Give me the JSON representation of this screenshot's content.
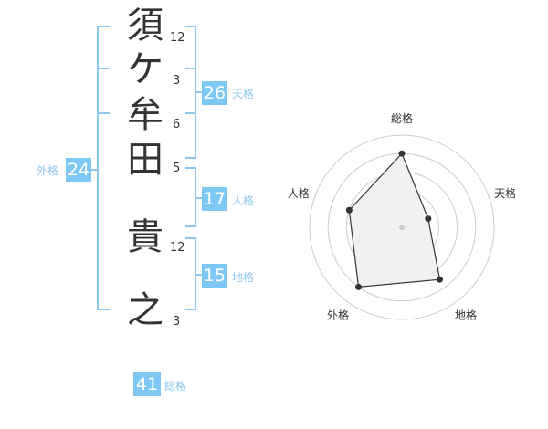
{
  "name": {
    "characters": [
      {
        "char": "須",
        "strokes": "12"
      },
      {
        "char": "ケ",
        "strokes": "3"
      },
      {
        "char": "牟",
        "strokes": "6"
      },
      {
        "char": "田",
        "strokes": "5"
      },
      {
        "char": "貴",
        "strokes": "12"
      },
      {
        "char": "之",
        "strokes": "3"
      }
    ]
  },
  "fortune": {
    "tenkaku": {
      "label": "天格",
      "value": "26"
    },
    "jinkaku": {
      "label": "人格",
      "value": "17"
    },
    "chikaku": {
      "label": "地格",
      "value": "15"
    },
    "gaikaku": {
      "label": "外格",
      "value": "24"
    },
    "soukaku": {
      "label": "総格",
      "value": "41"
    }
  },
  "chart_data": {
    "type": "radar",
    "axes": [
      "総格",
      "天格",
      "地格",
      "外格",
      "人格"
    ],
    "values": [
      4.0,
      1.5,
      3.5,
      4.0,
      3.0
    ],
    "range": [
      0,
      5
    ],
    "rings": 5,
    "colors": {
      "fill": "#efefef",
      "line": "#333333",
      "grid": "#cccccc",
      "center": "#cccccc"
    }
  }
}
